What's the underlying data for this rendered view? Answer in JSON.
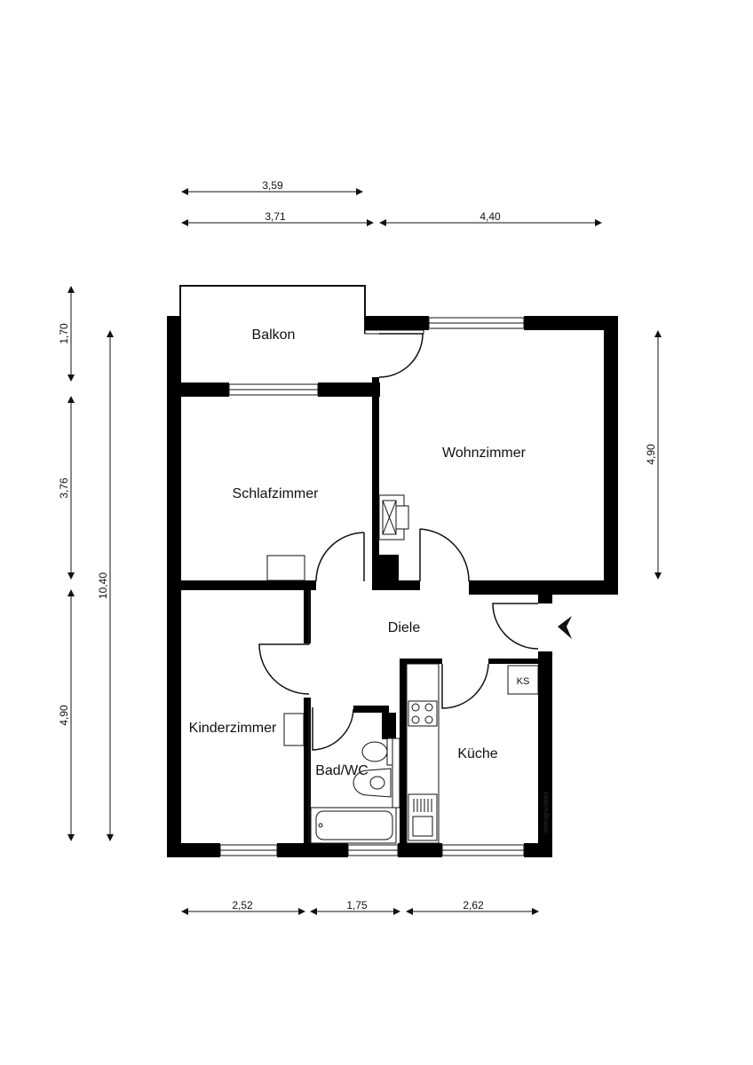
{
  "rooms": {
    "balkon": "Balkon",
    "wohnzimmer": "Wohnzimmer",
    "schlafzimmer": "Schlafzimmer",
    "diele": "Diele",
    "kinderzimmer": "Kinderzimmer",
    "bad": "Bad/WC",
    "kueche": "Küche"
  },
  "fixtures": {
    "fridge": "KS"
  },
  "dimensions": {
    "top_balkon": "3,59",
    "top_left": "3,71",
    "top_right": "4,40",
    "left_balkon": "1,70",
    "left_schlaf": "3,76",
    "left_kinder": "4,90",
    "left_total": "10,40",
    "right_wohn": "4,90",
    "bottom_left": "2,52",
    "bottom_mid": "1,75",
    "bottom_right": "2,62"
  },
  "watermark": "Immogrundriss"
}
